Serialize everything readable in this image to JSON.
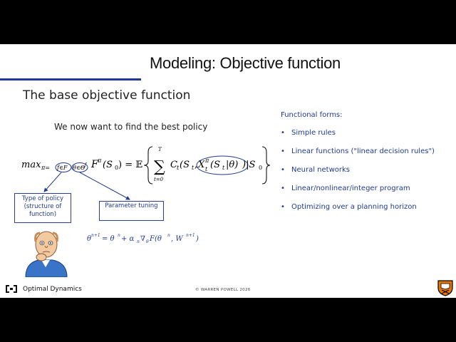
{
  "slide": {
    "title": "Modeling: Objective function",
    "subtitle": "The base objective function",
    "lead": "We now want to find the best policy",
    "formula": {
      "max": "max",
      "max_sub": "π=",
      "f_in_F": "f∈F",
      "theta_in": "θ∈Θ",
      "theta_sup": "f",
      "F_pi": "F",
      "pi_sup": "π",
      "S0": "(S",
      "S0_sub": "0",
      "eq_E": ") = 𝔼",
      "sum": "∑",
      "sum_top": "T",
      "sum_bottom": "t=0",
      "C_t": "C",
      "t_sub": "t",
      "S_t": "(S",
      "comma": ",",
      "X": "X",
      "X_sup": "π",
      "X_args": "(S",
      "theta_bar": "|θ)",
      "cond": ")|S",
      "cond_sub": "0"
    },
    "box_type_label": "Type of policy (structure of function)",
    "box_param_label": "Parameter tuning",
    "update": {
      "theta": "θ",
      "np1": "n+1",
      "eq": " = θ",
      "n1": "n",
      "plus_alpha": " + α",
      "alpha_sub": "n",
      "nabla": "∇",
      "nabla_sub": "θ",
      "F_part": "F(θ",
      "n2": "n",
      "W": ", W",
      "np1b": "n+1",
      "close": ")"
    },
    "right": {
      "title": "Functional forms:",
      "items": [
        "Simple rules",
        "Linear functions (\"linear decision rules\")",
        "Neural networks",
        "Linear/nonlinear/integer program",
        "Optimizing over a planning horizon"
      ],
      "bullet": "•"
    },
    "footer": {
      "logo_text": "Optimal Dynamics",
      "copyright": "© WARREN POWELL 2026"
    }
  },
  "colors": {
    "accent": "#1f3a93",
    "background": "#ffffff",
    "letterbox": "#000000"
  }
}
